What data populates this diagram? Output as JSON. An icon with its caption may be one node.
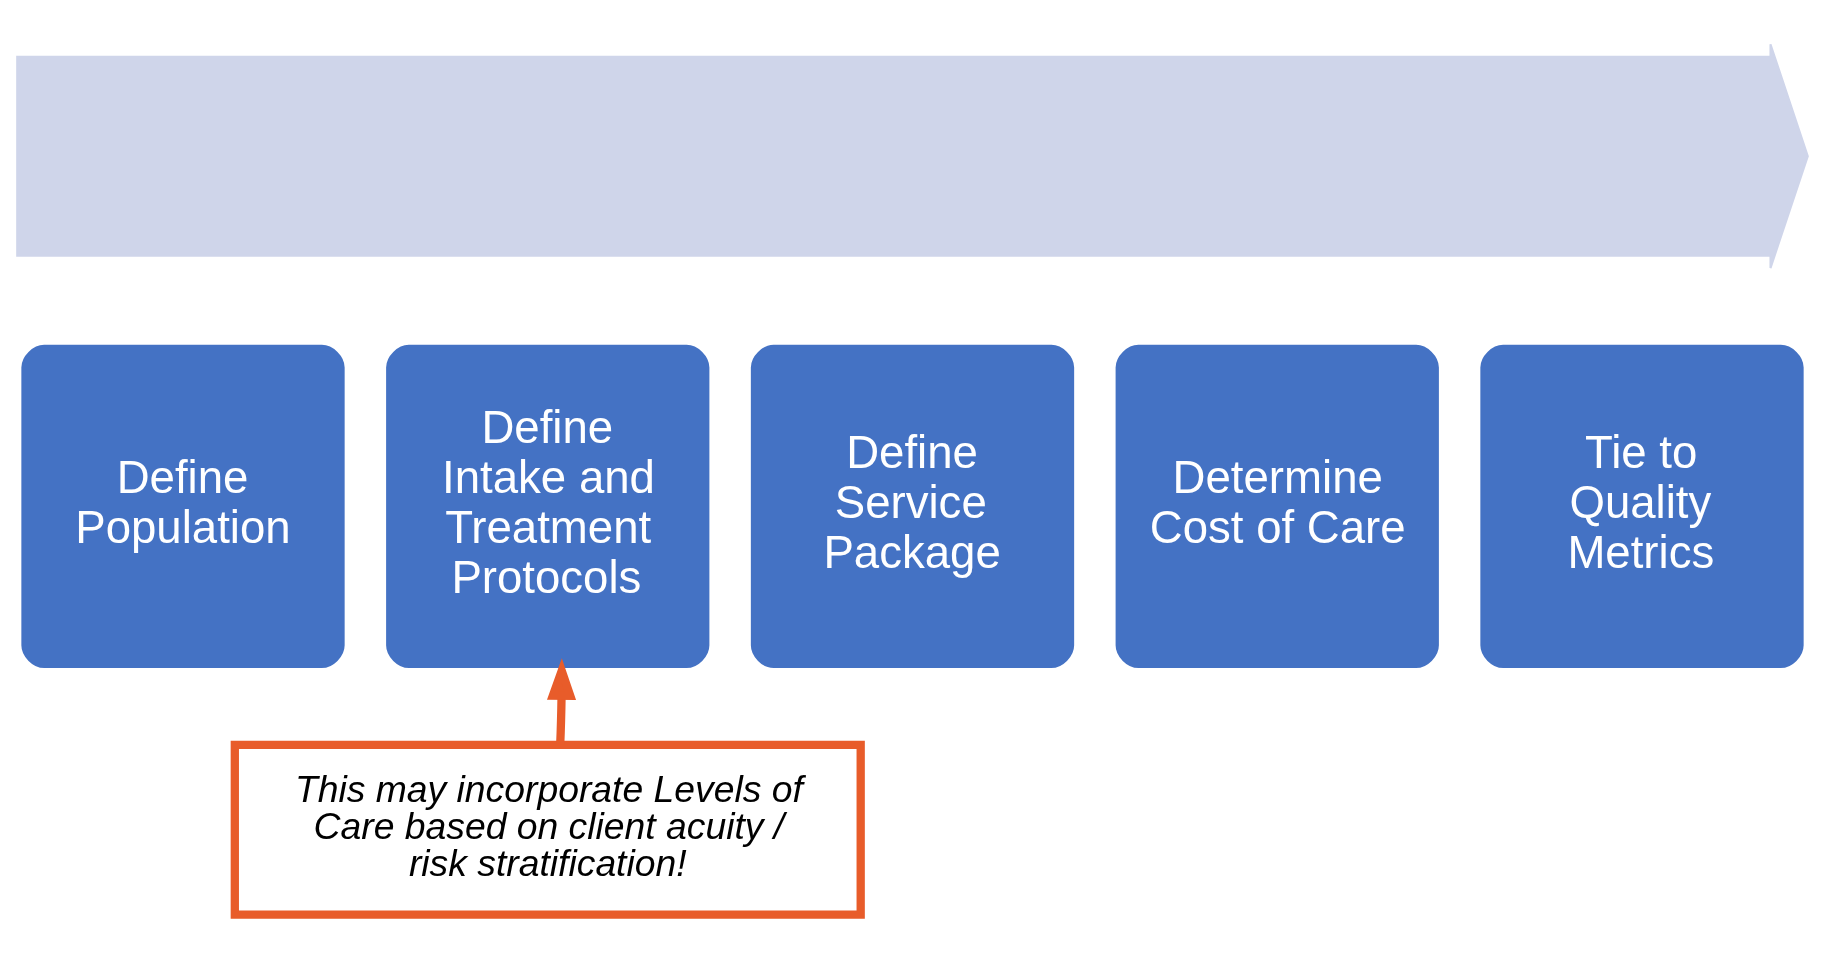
{
  "diagram": {
    "nodes": [
      {
        "text": [],
        "shape": "arrow"
      },
      {
        "text": [
          "Define Population"
        ]
      },
      {
        "text": [
          "Define Intake and Treatment Protocols"
        ]
      },
      {
        "text": [
          "Define Service Package"
        ]
      },
      {
        "text": [
          "Determine Cost of Care"
        ]
      },
      {
        "text": [
          "Tie to Quality Metrics"
        ]
      },
      {
        "text": [
          "This may incorporate Levels of Care based on client acuity / risk stratification!"
        ]
      }
    ],
    "edges": [
      {
        "from": 6,
        "to": 2,
        "arrow": "to",
        "color": "#e85c2a"
      }
    ]
  }
}
